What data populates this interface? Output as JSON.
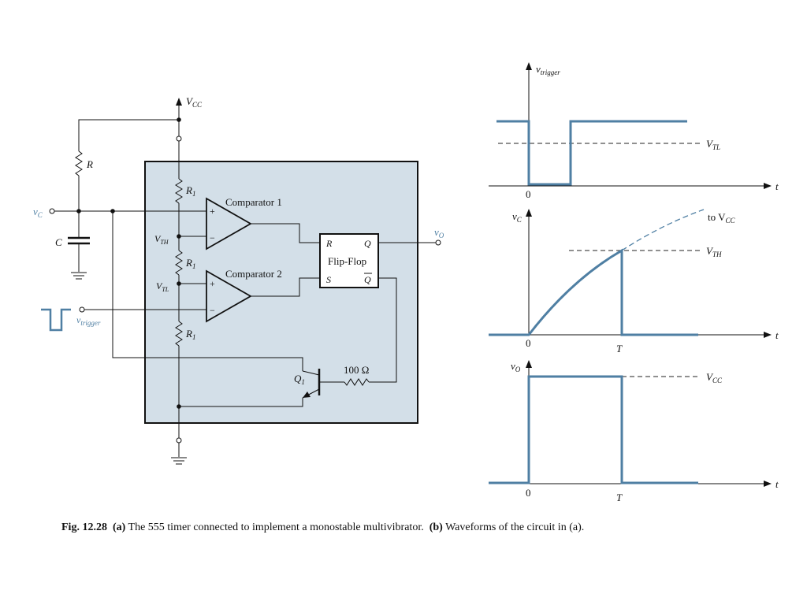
{
  "circuit": {
    "vcc": "V",
    "vcc_sub": "CC",
    "r": "R",
    "c": "C",
    "vc": "v",
    "vc_sub": "C",
    "r1_a": "R",
    "r1_b": "R",
    "r1_c": "R",
    "r1_sub": "1",
    "vth": "V",
    "vth_sub": "TH",
    "vtl": "V",
    "vtl_sub": "TL",
    "comp1": "Comparator 1",
    "comp2": "Comparator 2",
    "plus1": "+",
    "minus1": "−",
    "plus2": "+",
    "minus2": "−",
    "ff_r": "R",
    "ff_q": "Q",
    "ff_title": "Flip-Flop",
    "ff_s": "S",
    "ff_qbar": "Q",
    "vo": "v",
    "vo_sub": "O",
    "vtrig": "v",
    "vtrig_sub": "trigger",
    "q1": "Q",
    "q1_sub": "1",
    "res100": "100 Ω"
  },
  "waveforms": {
    "trigger": {
      "ylabel": "v",
      "ylabel_sub": "trigger",
      "level": "V",
      "level_sub": "TL",
      "xlabel": "t",
      "origin": "0"
    },
    "capacitor": {
      "ylabel": "v",
      "ylabel_sub": "C",
      "level": "V",
      "level_sub": "TH",
      "asymptote": "to V",
      "asymptote_sub": "CC",
      "xlabel": "t",
      "origin": "0",
      "t_mark": "T"
    },
    "output": {
      "ylabel": "v",
      "ylabel_sub": "O",
      "level": "V",
      "level_sub": "CC",
      "xlabel": "t",
      "origin": "0",
      "t_mark": "T"
    }
  },
  "caption": {
    "fig": "Fig. 12.28",
    "part_a": "(a)",
    "text_a": "The 555 timer connected to implement a monostable multivibrator.",
    "part_b": "(b)",
    "text_b": "Waveforms of the circuit in (a)."
  },
  "colors": {
    "chip_fill": "#d3dfe8",
    "wave": "#4f7fa3"
  }
}
